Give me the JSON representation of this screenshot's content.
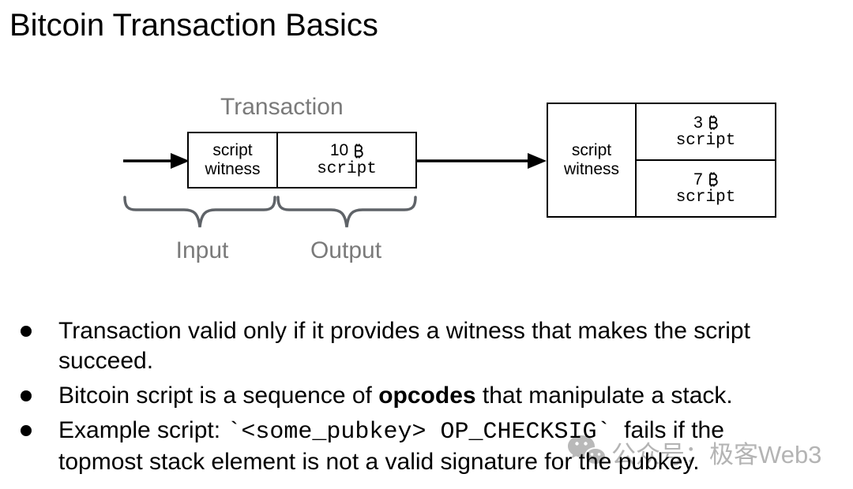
{
  "slide": {
    "title": "Bitcoin Transaction Basics"
  },
  "diagram": {
    "transaction_label": "Transaction",
    "input_label": "Input",
    "output_label": "Output",
    "tx_box": {
      "witness_line1": "script",
      "witness_line2": "witness",
      "output": {
        "amount": "10",
        "display": "10 ₿",
        "script_label": "script"
      }
    },
    "utxo_box": {
      "witness_line1": "script",
      "witness_line2": "witness",
      "outputs": [
        {
          "amount": "3",
          "display": "3 ₿",
          "script_label": "script"
        },
        {
          "amount": "7",
          "display": "7 ₿",
          "script_label": "script"
        }
      ]
    },
    "currency": {
      "symbol_name": "bitcoin-sign",
      "unicode": "₿"
    },
    "colors": {
      "line_black": "#000000",
      "brace_gray": "#5f6368",
      "label_gray": "#7a7a7a"
    }
  },
  "bullets": [
    {
      "lines": [
        {
          "runs": [
            {
              "t": "Transaction valid only if it provides a witness that makes the script"
            }
          ]
        },
        {
          "runs": [
            {
              "t": "succeed."
            }
          ]
        }
      ]
    },
    {
      "lines": [
        {
          "runs": [
            {
              "t": "Bitcoin script is a sequence of "
            },
            {
              "t": "opcodes"
            },
            {
              "t": " that manipulate a stack."
            }
          ]
        }
      ]
    },
    {
      "lines": [
        {
          "runs": [
            {
              "t": "Example script: "
            },
            {
              "t": "`<some_pubkey> OP_CHECKSIG`"
            },
            {
              "t": "  fails if the"
            }
          ]
        },
        {
          "runs": [
            {
              "t": "topmost stack element is not a valid signature for the pubkey."
            }
          ]
        }
      ]
    }
  ],
  "watermark": {
    "text": "公众号：极客Web3",
    "icon": "wechat-icon"
  }
}
